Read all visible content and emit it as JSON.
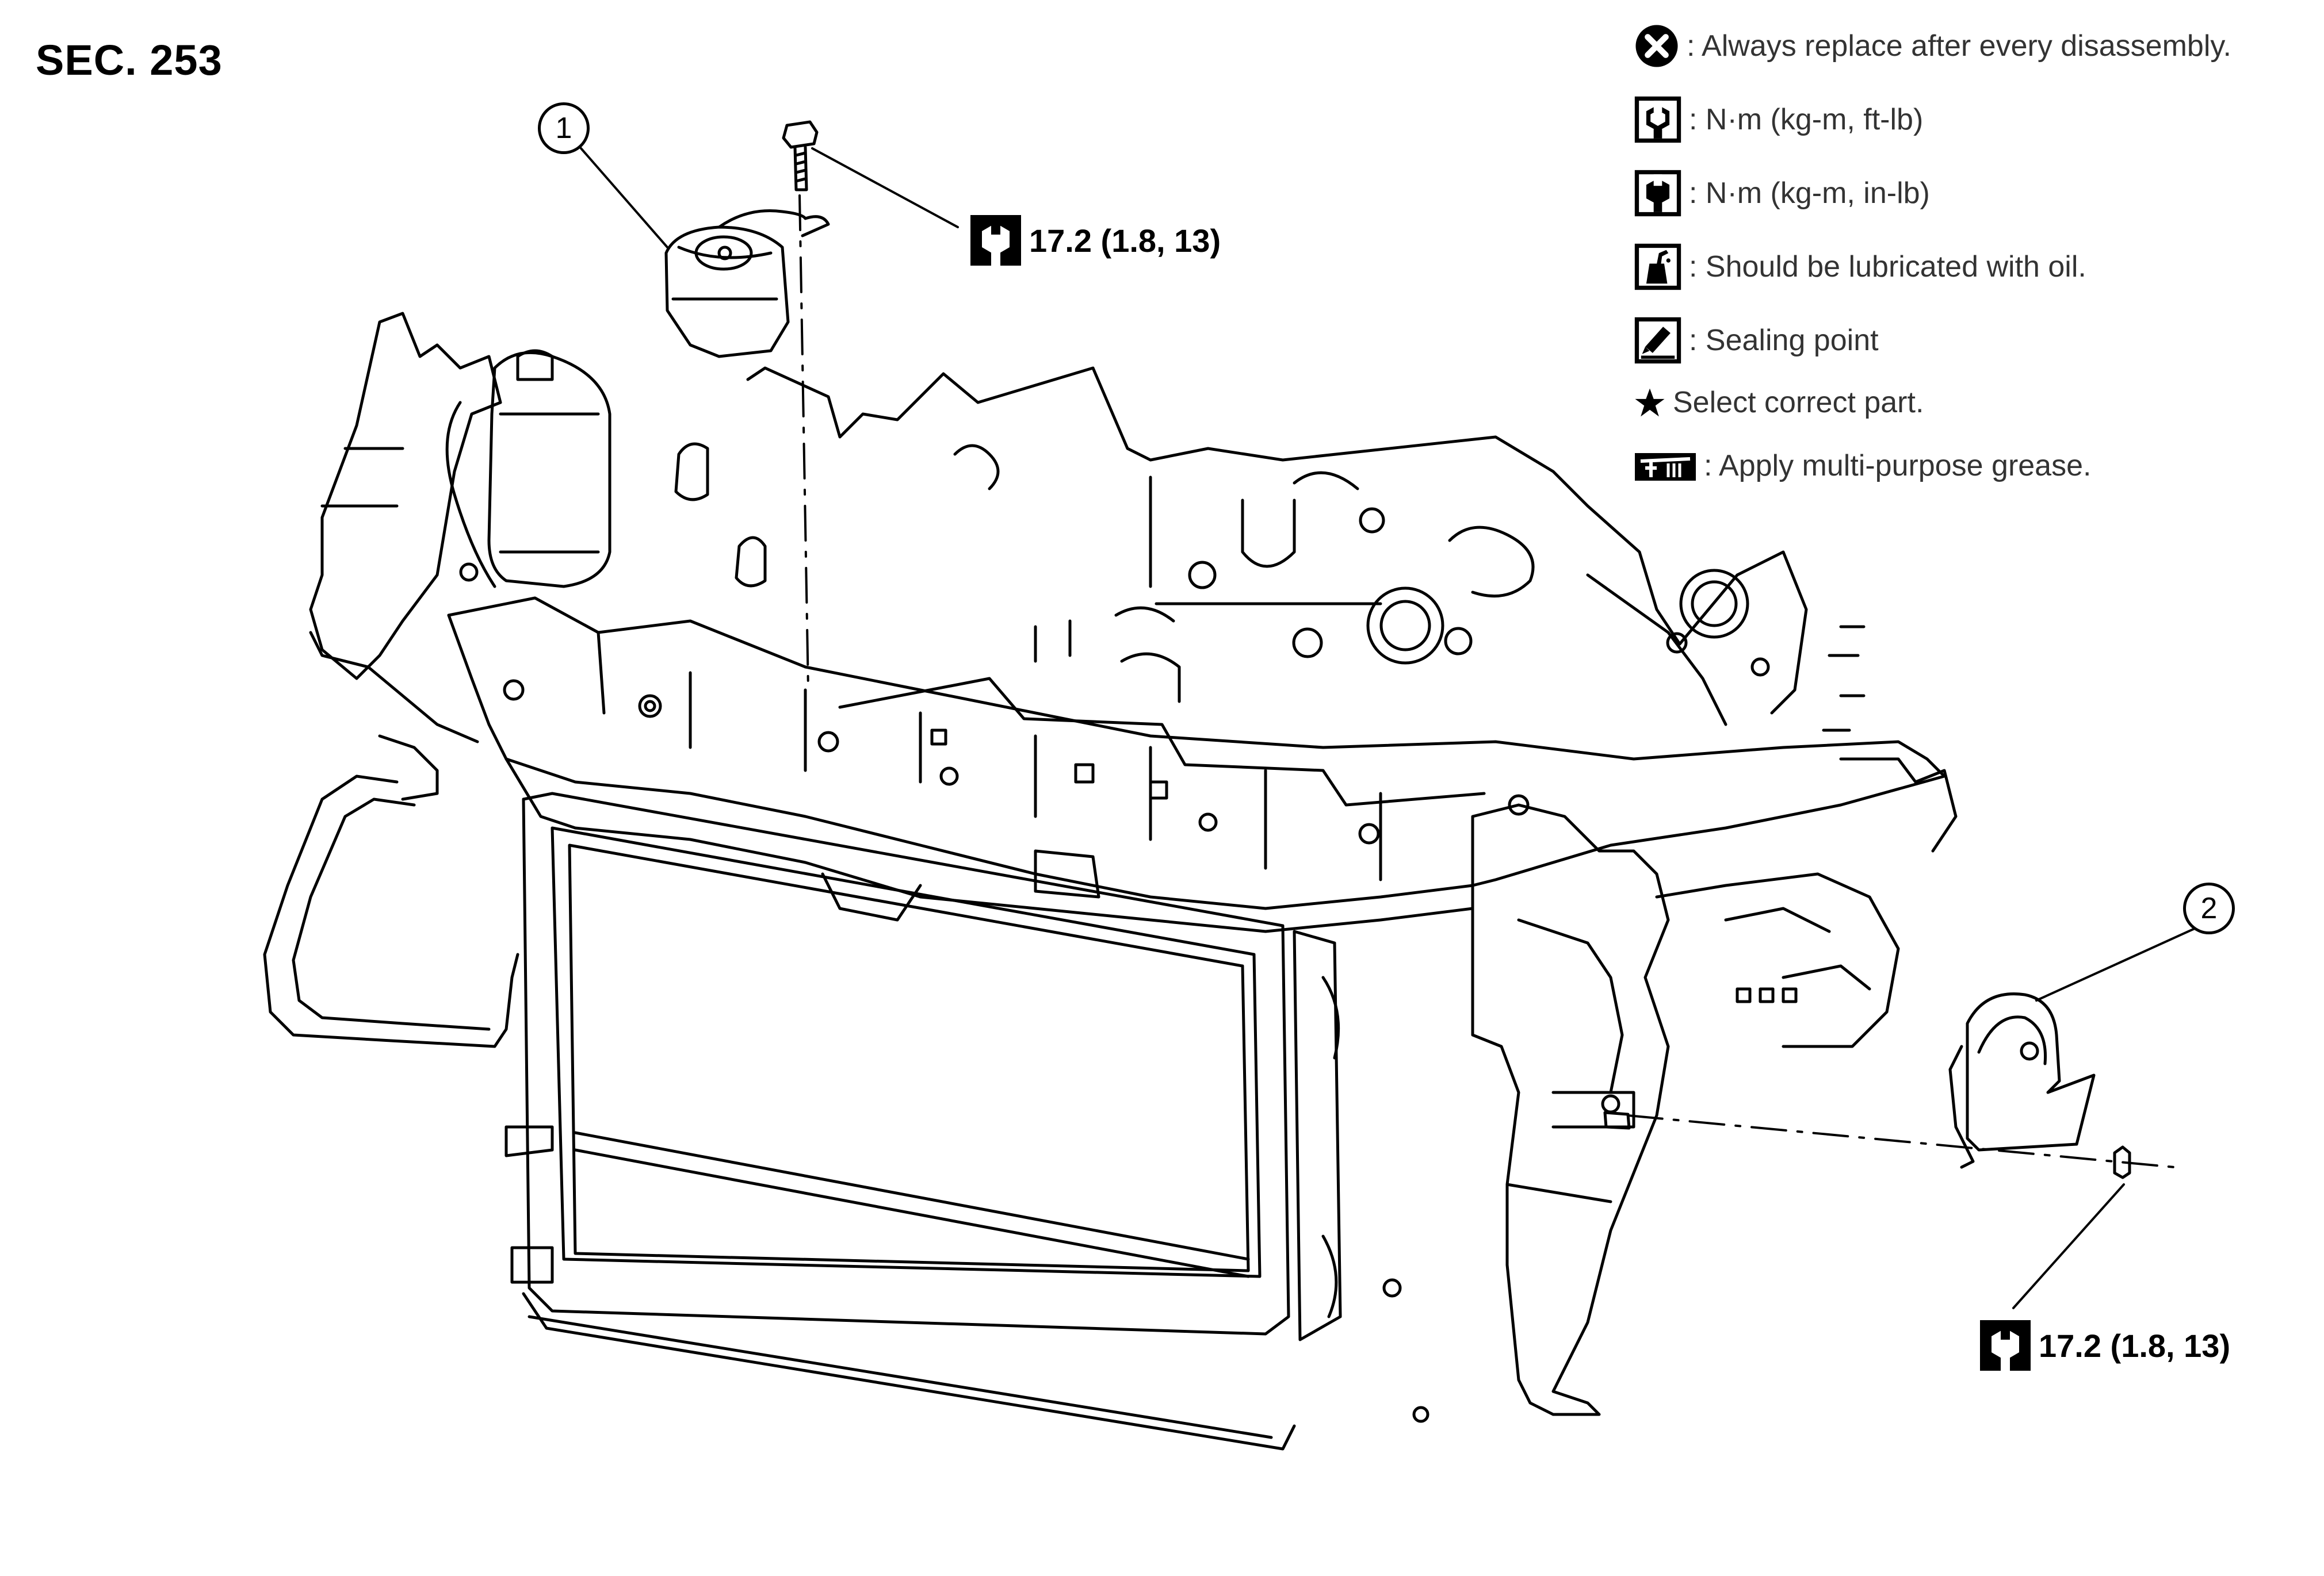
{
  "section": {
    "label": "SEC. 253"
  },
  "legend": {
    "replace": {
      "text": ": Always replace after every disassembly.",
      "icon": "x-circle-icon"
    },
    "torque_ftlb": {
      "text": ": N·m (kg-m, ft-lb)",
      "icon": "torque-wrench-icon"
    },
    "torque_inlb": {
      "text": ": N·m (kg-m, in-lb)",
      "icon": "torque-wrench-filled-icon"
    },
    "lubricate": {
      "text": ": Should be lubricated with oil.",
      "icon": "oil-can-icon"
    },
    "sealing": {
      "text": ": Sealing point",
      "icon": "sealant-tube-icon"
    },
    "select": {
      "text": "Select correct part.",
      "icon": "star-icon"
    },
    "grease": {
      "text": ": Apply multi-purpose grease.",
      "icon": "grease-icon"
    }
  },
  "callouts": {
    "part1": "1",
    "part2": "2"
  },
  "torque_specs": {
    "top": "17.2 (1.8, 13)",
    "right": "17.2 (1.8, 13)"
  },
  "colors": {
    "line": "#000000",
    "background": "#ffffff",
    "legend_text": "#333333"
  }
}
